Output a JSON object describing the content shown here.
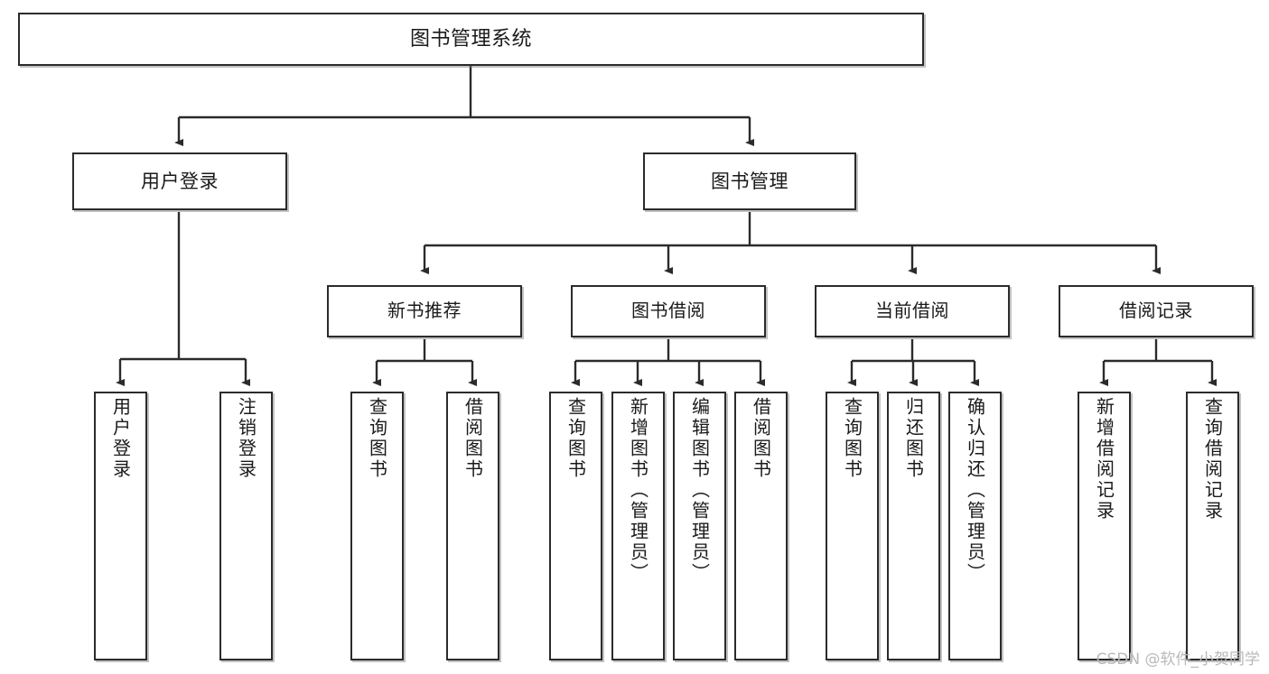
{
  "diagram": {
    "type": "tree",
    "title": "图书管理系统",
    "orientation": "top-down",
    "style": {
      "box_fill": "#ffffff",
      "box_border": "#2b2b2b",
      "line_color": "#2b2b2b",
      "text_color": "#1a1a1a",
      "watermark_color": "#b9b9b9"
    }
  },
  "nodes": {
    "root": {
      "label": "图书管理系统"
    },
    "level2": [
      {
        "label": "用户登录"
      },
      {
        "label": "图书管理"
      }
    ],
    "level3": [
      {
        "label": "新书推荐"
      },
      {
        "label": "图书借阅"
      },
      {
        "label": "当前借阅"
      },
      {
        "label": "借阅记录"
      }
    ],
    "leaves": {
      "user_login": [
        {
          "label": "用户登录"
        },
        {
          "label": "注销登录"
        }
      ],
      "new_book": [
        {
          "label": "查询图书"
        },
        {
          "label": "借阅图书"
        }
      ],
      "book_borrow": [
        {
          "label": "查询图书"
        },
        {
          "label": "新增图书（管理员）"
        },
        {
          "label": "编辑图书（管理员）"
        },
        {
          "label": "借阅图书"
        }
      ],
      "current_borrow": [
        {
          "label": "查询图书"
        },
        {
          "label": "归还图书"
        },
        {
          "label": "确认归还（管理员）"
        }
      ],
      "borrow_record": [
        {
          "label": "新增借阅记录"
        },
        {
          "label": "查询借阅记录"
        }
      ]
    }
  },
  "watermark": {
    "text": "CSDN @软件_小贺同学"
  }
}
